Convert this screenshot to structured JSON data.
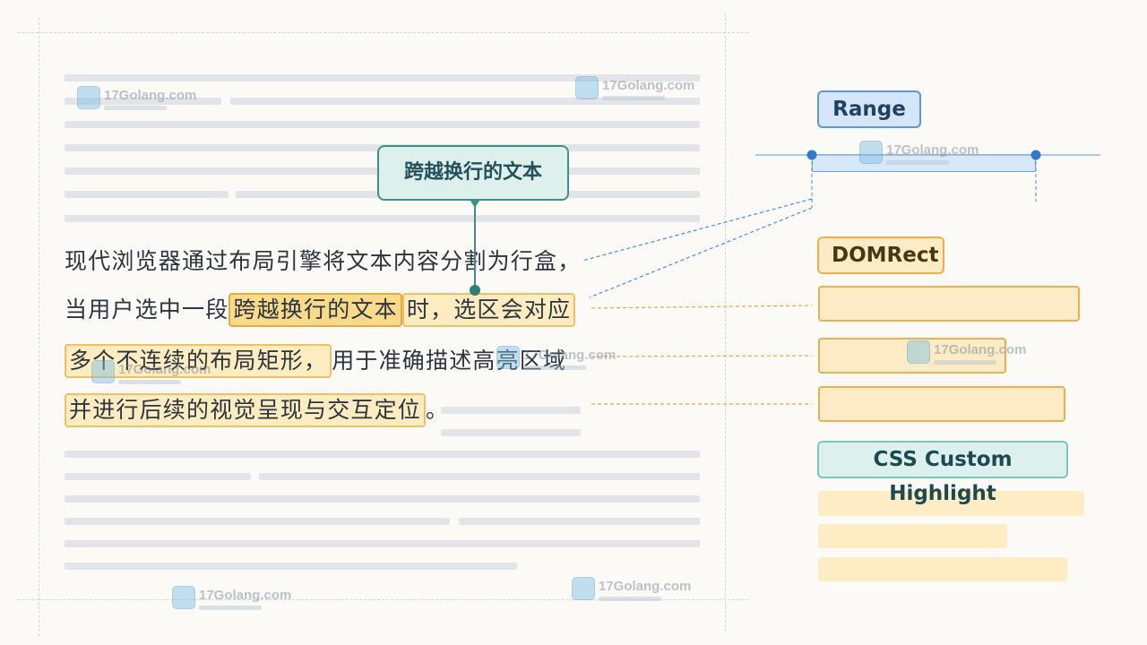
{
  "callout": {
    "text": "跨越换行的文本"
  },
  "paragraph": {
    "line1": "现代浏览器通过布局引擎将文本内容分割为行盒，",
    "line2_before": "当用户选中一段",
    "line2_highlight": "跨越换行的文本",
    "line2_hl_tail": "时，选区会对应",
    "line3_highlight": "多个不连续的布局矩形，",
    "line3_after": "用于准确描述高亮区域",
    "line4_highlight": "并进行后续的视觉呈现与交互定位",
    "line4_after": "。"
  },
  "labels": {
    "range": "Range",
    "domrect": "DOMRect",
    "css_highlight": "CSS Custom Highlight"
  },
  "watermark": {
    "text": "17Golang.com"
  },
  "colors": {
    "range_blue": "#5b98d6",
    "rect_amber": "#ecb052",
    "callout_teal": "#3f8f85",
    "highlight_fill": "#fdebc6"
  },
  "icons": [
    "watermark-logo-icon"
  ]
}
